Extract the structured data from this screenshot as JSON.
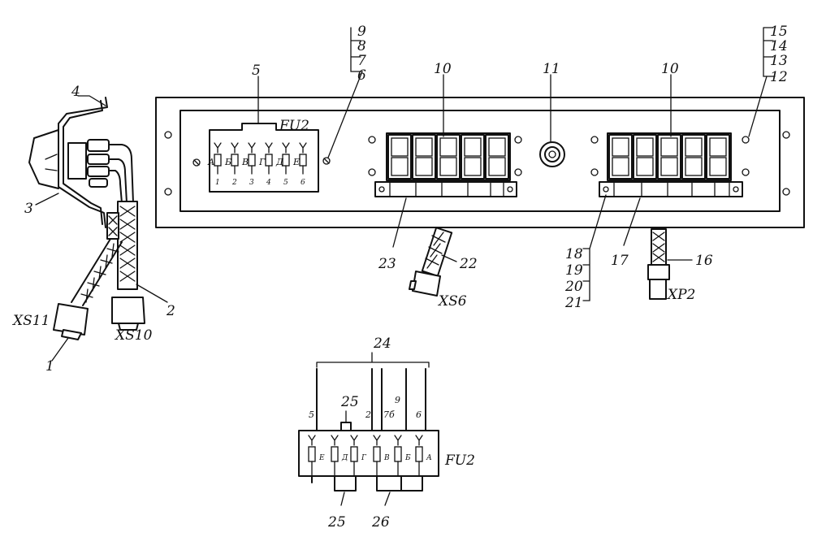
{
  "callouts": {
    "c1": "1",
    "c2": "2",
    "c3": "3",
    "c4": "4",
    "c5": "5",
    "c6": "6",
    "c7": "7",
    "c8": "8",
    "c9": "9",
    "c10a": "10",
    "c10b": "10",
    "c11": "11",
    "c12": "12",
    "c13": "13",
    "c14": "14",
    "c15": "15",
    "c16": "16",
    "c17": "17",
    "c18": "18",
    "c19": "19",
    "c20": "20",
    "c21": "21",
    "c22": "22",
    "c23": "23",
    "c24": "24",
    "c25a": "25",
    "c25b": "25",
    "c26": "26"
  },
  "connectors": {
    "xs11": "XS11",
    "xs10": "XS10",
    "xs6": "XS6",
    "xp2": "XP2"
  },
  "fuse_block": {
    "label": "FU2",
    "fuse_letters": [
      "А",
      "Б",
      "В",
      "Г",
      "Д",
      "Е"
    ],
    "fuse_numbers": [
      "1",
      "2",
      "3",
      "4",
      "5",
      "6"
    ]
  },
  "fuse_detail": {
    "label": "FU2",
    "fuse_letters": [
      "Е",
      "Д",
      "Г",
      "В",
      "Б",
      "А"
    ],
    "wire_labels": [
      "5",
      "2",
      "7б",
      "9",
      "6"
    ]
  }
}
